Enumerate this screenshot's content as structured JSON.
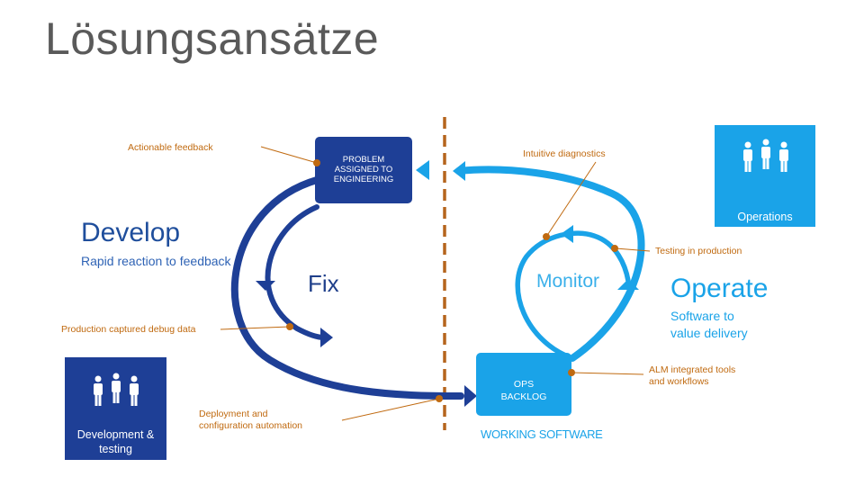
{
  "title": "Lösungsansätze",
  "develop": {
    "title": "Develop",
    "subtitle": "Rapid reaction to feedback"
  },
  "operate": {
    "title": "Operate",
    "subtitle_line1": "Software to",
    "subtitle_line2": "value delivery"
  },
  "fix_label": "Fix",
  "monitor_label": "Monitor",
  "working_software_label": "WORKING SOFTWARE",
  "problem_box": {
    "line1": "PROBLEM",
    "line2": "ASSIGNED TO",
    "line3": "ENGINEERING"
  },
  "ops_box": {
    "line1": "OPS",
    "line2": "BACKLOG"
  },
  "tiles": {
    "operations": {
      "label": "Operations",
      "icon": "people-icon"
    },
    "development": {
      "label_line1": "Development &",
      "label_line2": "testing",
      "icon": "people-icon"
    }
  },
  "annotations": {
    "actionable_feedback": "Actionable feedback",
    "intuitive_diagnostics": "Intuitive diagnostics",
    "testing_in_production": "Testing in production",
    "production_debug": "Production captured debug data",
    "alm_line1": "ALM integrated tools",
    "alm_line2": "and workflows",
    "deployment_line1": "Deployment and",
    "deployment_line2": "configuration automation"
  },
  "colors": {
    "dark_blue": "#1e3f96",
    "light_blue": "#1aa3e8",
    "orange": "#c06a10",
    "divider": "#b5651d"
  }
}
